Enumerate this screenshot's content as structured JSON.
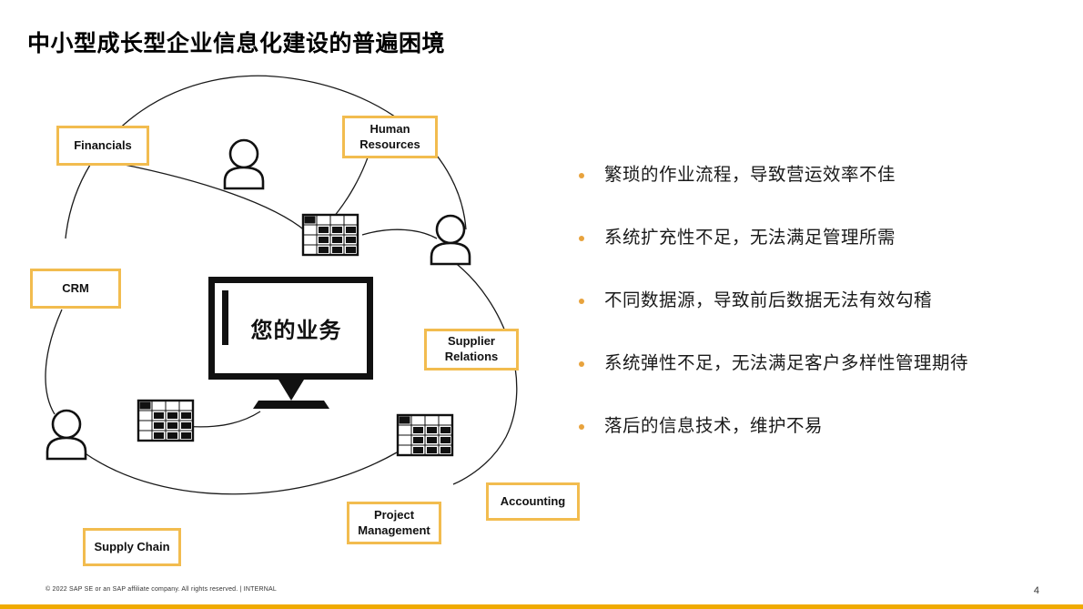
{
  "slide": {
    "title": "中小型成长型企业信息化建设的普遍困境",
    "page_number": "4",
    "footer": "© 2022 SAP SE or an SAP affiliate company. All rights reserved.  |  INTERNAL",
    "accent_color": "#F0AB00",
    "node_border_color": "#F2BC4F",
    "bullet_dot_color": "#E8A33D"
  },
  "diagram": {
    "center_label": "您的业务",
    "icons": [
      "person-icon",
      "spreadsheet-icon",
      "monitor-icon"
    ],
    "nodes": [
      {
        "id": "financials",
        "label": "Financials"
      },
      {
        "id": "human-resources",
        "label": "Human\nResources"
      },
      {
        "id": "crm",
        "label": "CRM"
      },
      {
        "id": "supplier-relations",
        "label": "Supplier\nRelations"
      },
      {
        "id": "accounting",
        "label": "Accounting"
      },
      {
        "id": "project-management",
        "label": "Project\nManagement"
      },
      {
        "id": "supply-chain",
        "label": "Supply Chain"
      }
    ]
  },
  "bullets": [
    "繁琐的作业流程，导致营运效率不佳",
    "系统扩充性不足，无法满足管理所需",
    "不同数据源，导致前后数据无法有效勾稽",
    "系统弹性不足，无法满足客户多样性管理期待",
    "落后的信息技术，维护不易"
  ]
}
